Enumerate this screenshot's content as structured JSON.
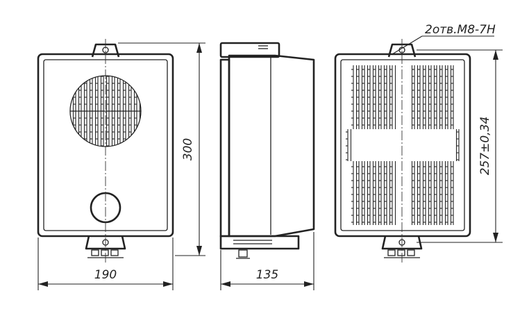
{
  "dimensions": {
    "front_width": "190",
    "front_height": "300",
    "side_depth": "135",
    "mount_spacing": "257±0,34",
    "hole_note": "2отв.М8-7Н"
  }
}
